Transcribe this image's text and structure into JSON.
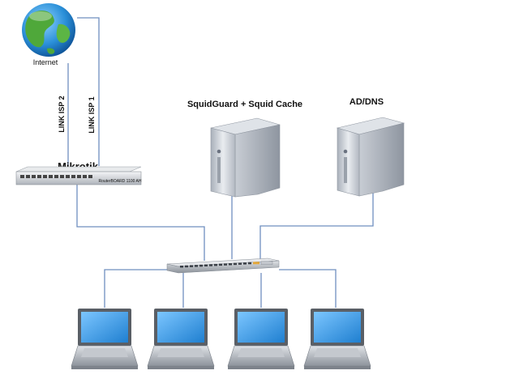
{
  "labels": {
    "internet": "Internet",
    "link_isp2": "LINK ISP 2",
    "link_isp1": "LINK ISP 1",
    "router": "Mikrotik",
    "router_model": "RouterBOARD 1100 AH",
    "proxy_server": "SquidGuard + Squid Cache",
    "ad_server": "AD/DNS"
  },
  "colors": {
    "line": "#6f8fbf",
    "server": "#c9ced6",
    "laptop_screen": "#3a9be4"
  },
  "icons": [
    "globe-icon",
    "router-icon",
    "server-icon",
    "switch-icon",
    "laptop-icon"
  ]
}
